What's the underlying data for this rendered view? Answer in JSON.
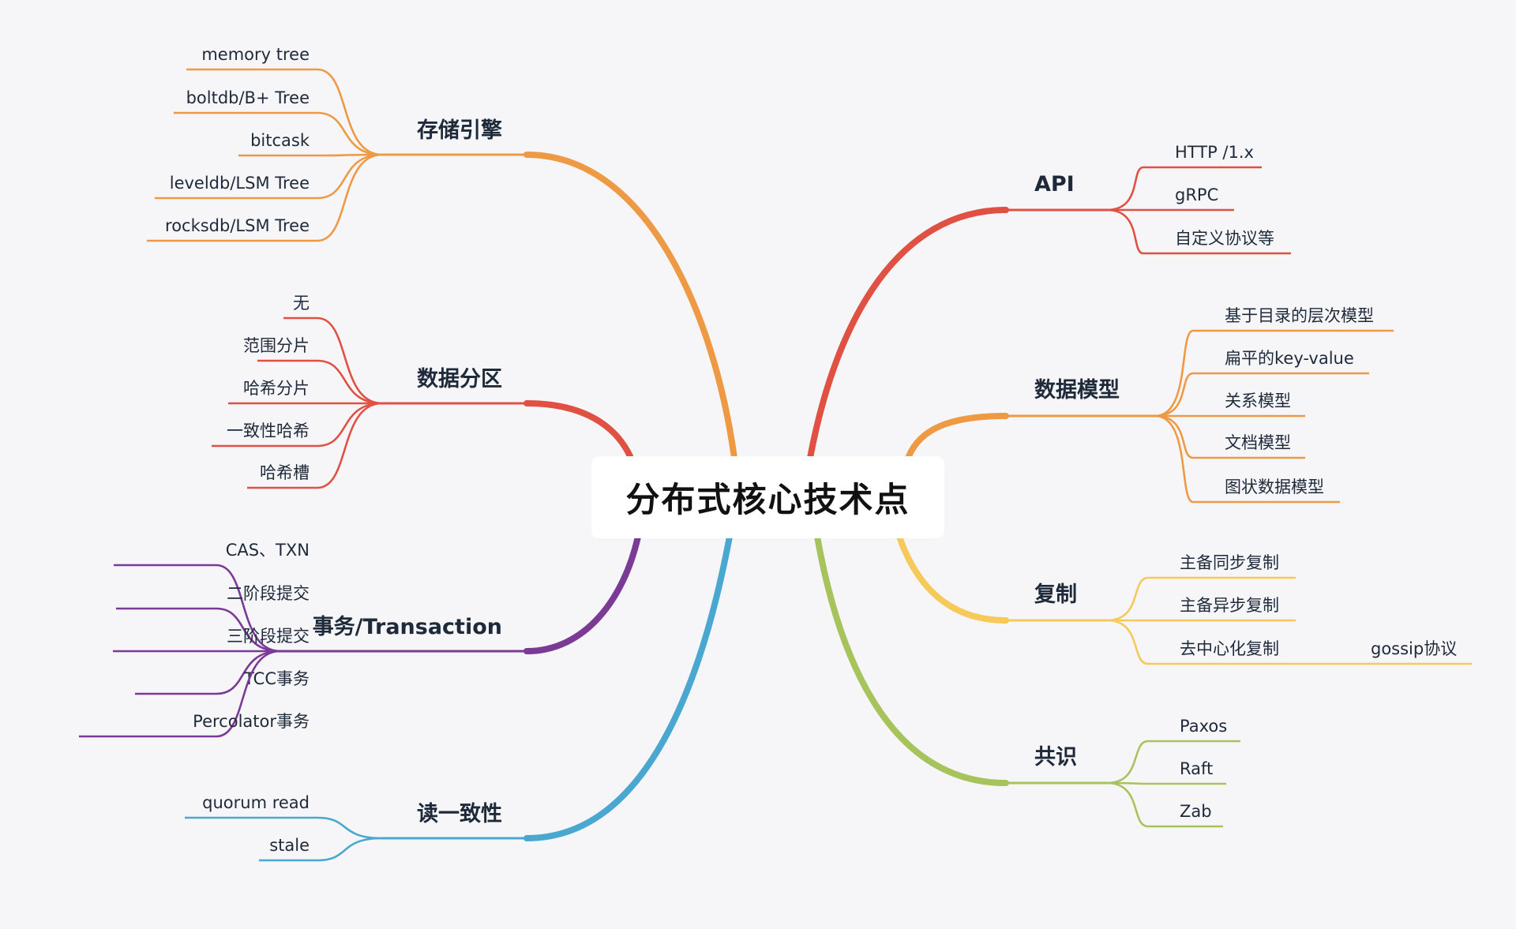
{
  "title": "分布式核心技术点",
  "colors": {
    "background": "#f6f6f9",
    "orange": "#ee9a45",
    "red": "#e05143",
    "purple": "#7b3a96",
    "blue": "#4aa8d0",
    "yellow": "#f5c95a",
    "green": "#a7c35c"
  },
  "branches": [
    {
      "label": "存储引擎",
      "color": "#ee9a45",
      "children": [
        "memory tree",
        "boltdb/B+ Tree",
        "bitcask",
        "leveldb/LSM Tree",
        "rocksdb/LSM Tree"
      ]
    },
    {
      "label": "数据分区",
      "color": "#e05143",
      "children": [
        "无",
        "范围分片",
        "哈希分片",
        "一致性哈希",
        "哈希槽"
      ]
    },
    {
      "label": "事务/Transaction",
      "color": "#7b3a96",
      "children": [
        "CAS、TXN",
        "二阶段提交",
        "三阶段提交",
        "TCC事务",
        "Percolator事务"
      ]
    },
    {
      "label": "读一致性",
      "color": "#4aa8d0",
      "children": [
        "quorum read",
        "stale"
      ]
    },
    {
      "label": "API",
      "color": "#e05143",
      "children": [
        "HTTP /1.x",
        "gRPC",
        "自定义协议等"
      ]
    },
    {
      "label": "数据模型",
      "color": "#ee9a45",
      "children": [
        "基于目录的层次模型",
        "扁平的key-value",
        "关系模型",
        "文档模型",
        "图状数据模型"
      ]
    },
    {
      "label": "复制",
      "color": "#f5c95a",
      "children": [
        "主备同步复制",
        "主备异步复制",
        "去中心化复制"
      ],
      "grandchild": {
        "parent": "去中心化复制",
        "label": "gossip协议"
      }
    },
    {
      "label": "共识",
      "color": "#a7c35c",
      "children": [
        "Paxos",
        "Raft",
        "Zab"
      ]
    }
  ]
}
